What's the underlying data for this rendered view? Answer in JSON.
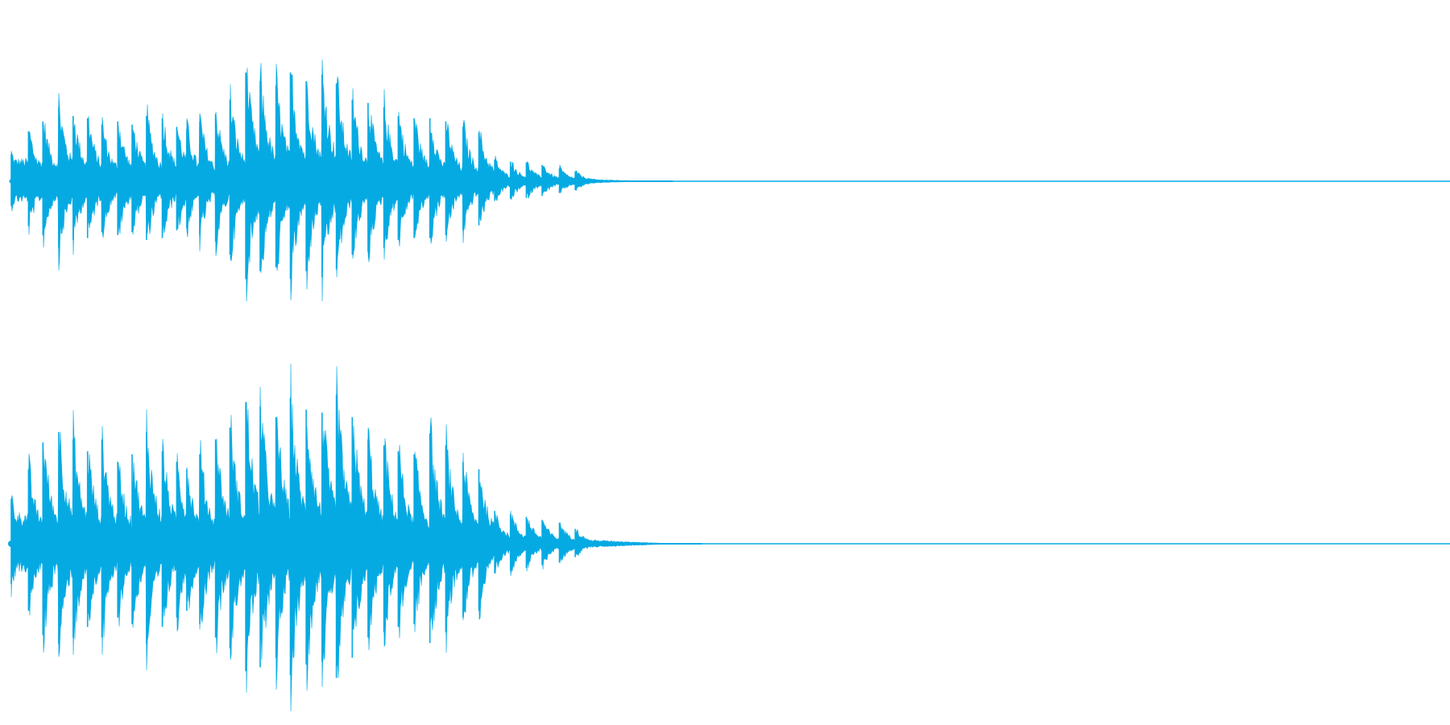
{
  "waveform": {
    "color": "#05aae3",
    "background": "#ffffff",
    "channels": [
      {
        "name": "",
        "onsets": [
          0.0,
          0.012,
          0.022,
          0.033,
          0.043,
          0.053,
          0.063,
          0.074,
          0.084,
          0.094,
          0.105,
          0.115,
          0.122,
          0.131,
          0.142,
          0.152,
          0.163,
          0.173,
          0.184,
          0.194,
          0.205,
          0.216,
          0.226,
          0.237,
          0.248,
          0.259,
          0.269,
          0.28,
          0.291,
          0.302,
          0.314,
          0.325,
          0.336,
          0.347,
          0.358,
          0.369,
          0.381,
          0.392
        ],
        "peaks": [
          0.25,
          0.46,
          0.55,
          0.68,
          0.6,
          0.58,
          0.52,
          0.55,
          0.52,
          0.6,
          0.58,
          0.5,
          0.48,
          0.55,
          0.62,
          0.75,
          1.0,
          0.92,
          0.88,
          1.0,
          0.92,
          0.98,
          0.9,
          0.75,
          0.72,
          0.68,
          0.6,
          0.58,
          0.58,
          0.55,
          0.5,
          0.45,
          0.2,
          0.18,
          0.17,
          0.15,
          0.12,
          0.09
        ],
        "tail_end": 0.44
      },
      {
        "name": "",
        "onsets": [
          0.0,
          0.012,
          0.022,
          0.033,
          0.043,
          0.053,
          0.063,
          0.074,
          0.084,
          0.094,
          0.105,
          0.115,
          0.122,
          0.131,
          0.142,
          0.152,
          0.163,
          0.173,
          0.184,
          0.194,
          0.205,
          0.216,
          0.226,
          0.237,
          0.248,
          0.259,
          0.269,
          0.28,
          0.291,
          0.302,
          0.314,
          0.325,
          0.336,
          0.347,
          0.358,
          0.369,
          0.381,
          0.392
        ],
        "peaks": [
          0.3,
          0.5,
          0.68,
          0.75,
          0.7,
          0.62,
          0.7,
          0.55,
          0.6,
          0.75,
          0.62,
          0.55,
          0.5,
          0.6,
          0.7,
          0.78,
          0.95,
          0.92,
          0.85,
          0.98,
          0.9,
          0.88,
          1.0,
          0.85,
          0.7,
          0.66,
          0.62,
          0.6,
          0.74,
          0.66,
          0.55,
          0.5,
          0.22,
          0.2,
          0.18,
          0.16,
          0.14,
          0.1
        ],
        "tail_end": 0.46
      }
    ]
  }
}
